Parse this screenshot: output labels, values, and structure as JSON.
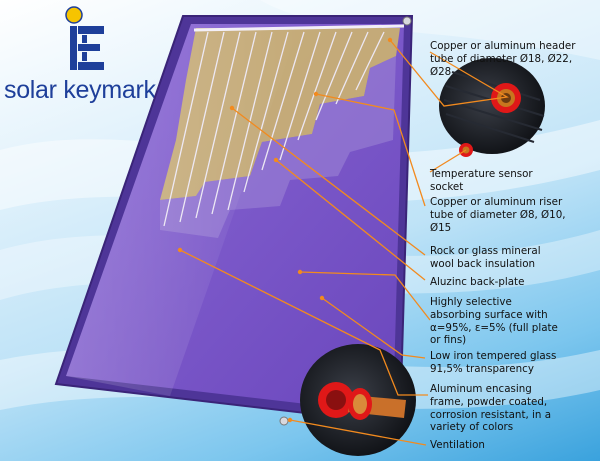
{
  "logo": {
    "text": "solar keymark"
  },
  "colors": {
    "absorber": "#7e5ac8",
    "frame": "#5a3fa8",
    "insulation": "#c9b178",
    "leader": "#f28a1e",
    "copper": "#d37a28",
    "fitting": "#e01818"
  },
  "icons": {
    "logo_mark": "keymark-e-icon"
  },
  "labels": [
    {
      "id": "header-tube",
      "lines": [
        "Copper or aluminum header",
        "tube of diameter Ø18, Ø22,",
        "Ø28"
      ]
    },
    {
      "id": "temp-sensor",
      "lines": [
        "Temperature sensor",
        "socket"
      ]
    },
    {
      "id": "riser-tube",
      "lines": [
        "Copper or aluminum riser",
        "tube of diameter Ø8, Ø10,",
        "Ø15"
      ]
    },
    {
      "id": "back-insulation",
      "lines": [
        "Rock or glass mineral",
        "wool back insulation"
      ]
    },
    {
      "id": "back-plate",
      "lines": [
        "Aluzinc back-plate"
      ]
    },
    {
      "id": "absorbing-surface",
      "lines": [
        "Highly selective",
        "absorbing surface with",
        "α=95%, ε=5% (full plate",
        "or fins)"
      ]
    },
    {
      "id": "tempered-glass",
      "lines": [
        "Low iron tempered glass",
        "91,5% transparency"
      ]
    },
    {
      "id": "encasing-frame",
      "lines": [
        "Aluminum encasing",
        "frame, powder coated,",
        "corrosion resistant, in a",
        "variety of colors"
      ]
    },
    {
      "id": "ventilation",
      "lines": [
        "Ventilation"
      ]
    }
  ]
}
